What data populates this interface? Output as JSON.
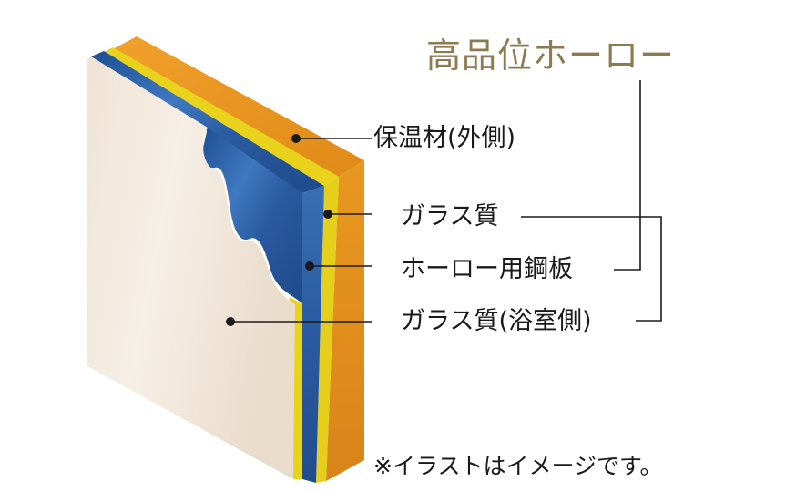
{
  "title": "高品位ホーロー",
  "labels": {
    "insulation_outer": "保温材(外側)",
    "glass_layer": "ガラス質",
    "enamel_steel_plate": "ホーロー用鋼板",
    "glass_layer_bath_side": "ガラス質(浴室側)"
  },
  "note": "※イラストはイメージです。",
  "colors": {
    "title": "#8c7a50",
    "insulation": "#e3921d",
    "glass_yellow": "#e8d21c",
    "steel_blue": "#2a5aa0",
    "surface_cream": "#f2e9dd",
    "leader_line": "#1a1a1a"
  }
}
